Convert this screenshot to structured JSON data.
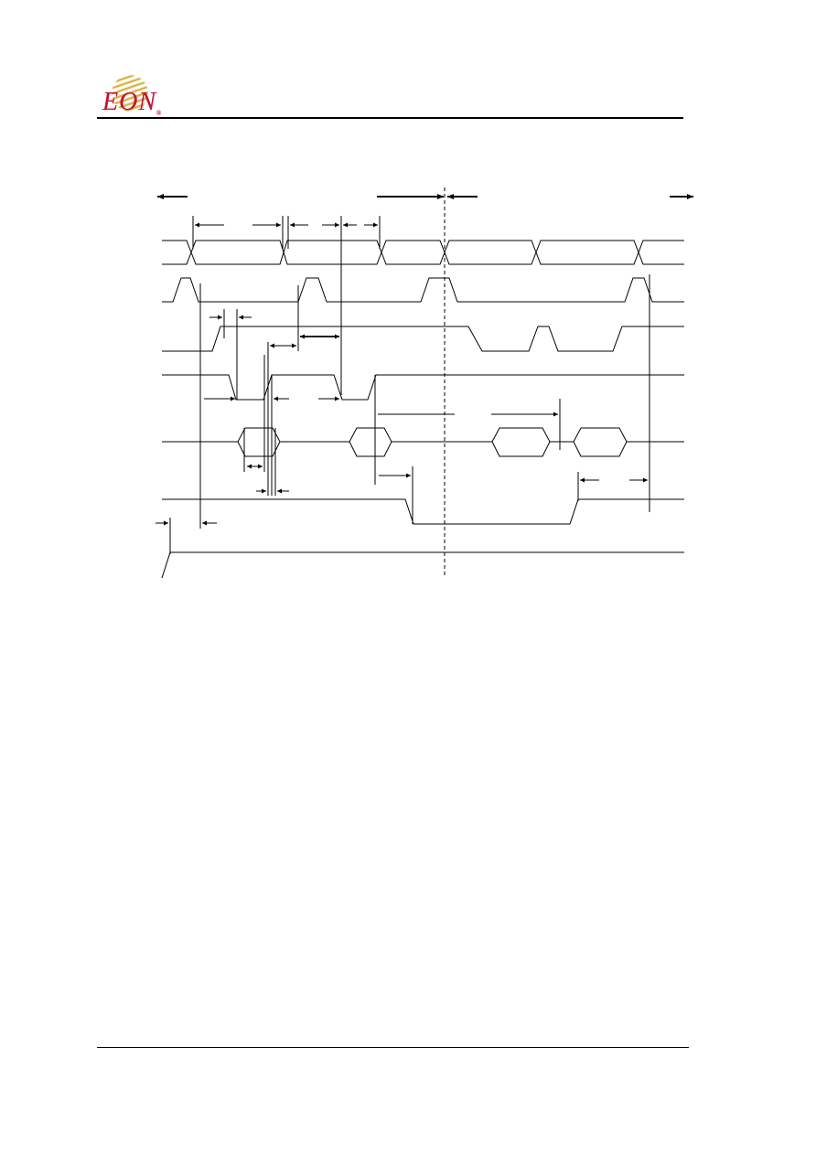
{
  "header": {
    "logo": {
      "text": "EON",
      "registered_mark": "®",
      "brand_color": "#c8102e",
      "sun_color": "#d9b64a",
      "icon": "eon-sun-logo-icon"
    }
  },
  "diagram": {
    "type": "timing-diagram",
    "line_color": "#000000",
    "signal_count": 7
  }
}
